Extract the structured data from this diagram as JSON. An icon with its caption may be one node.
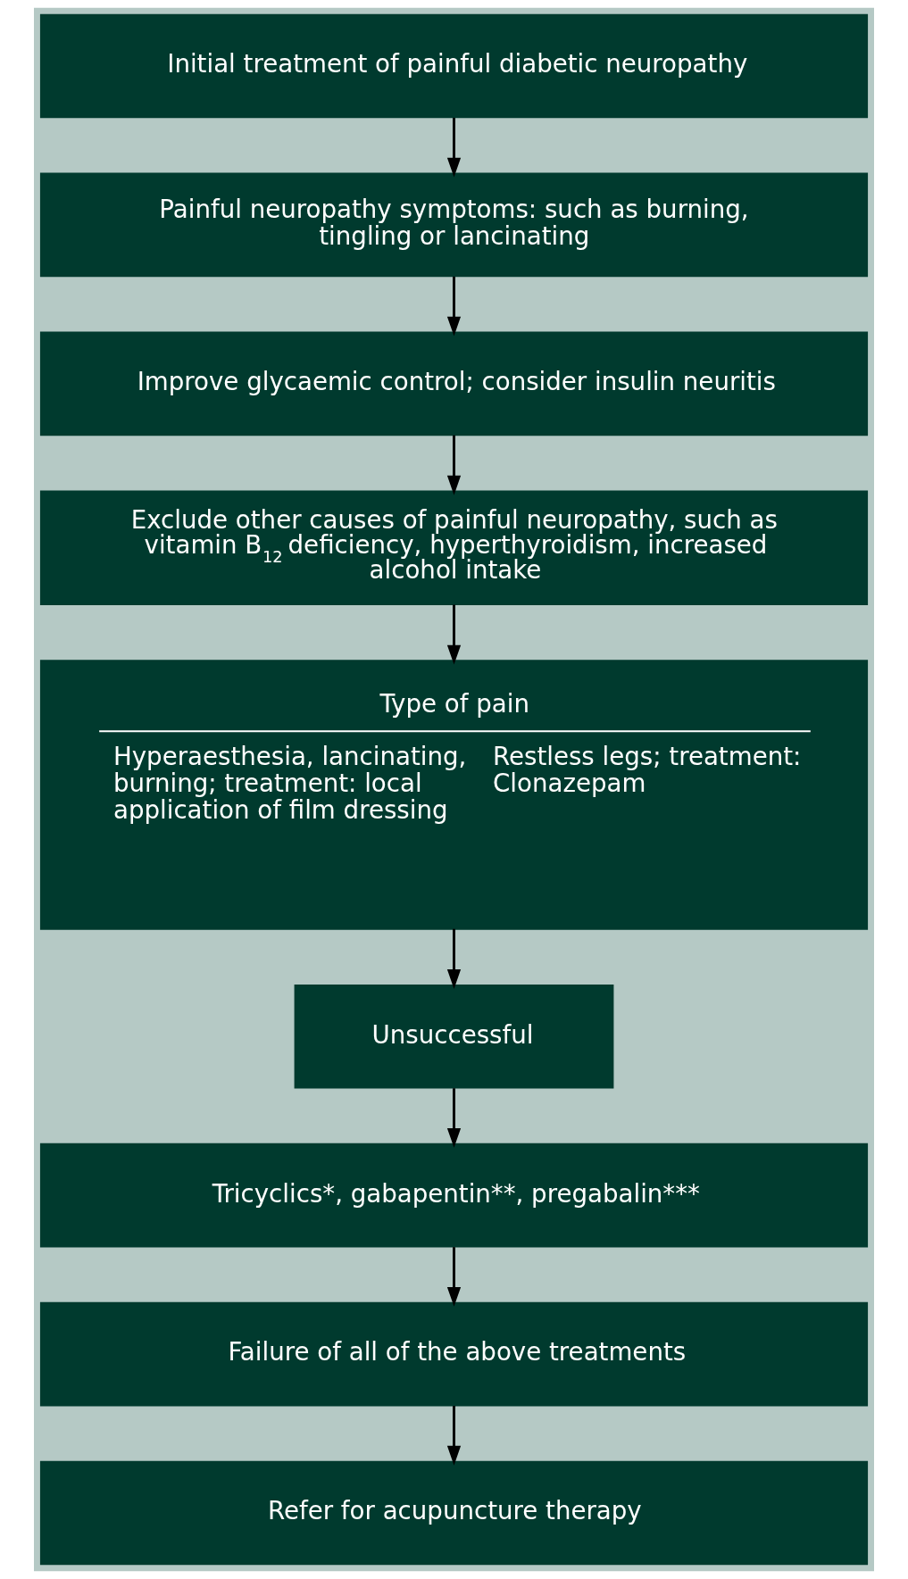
{
  "diagram": {
    "nodes": [
      {
        "text": [
          "Initial treatment of painful diabetic neuropathy"
        ]
      },
      {
        "text": [
          "Painful neuropathy symptoms: such as burning, tingling or lancinating"
        ]
      },
      {
        "text": [
          "Improve glycaemic control; consider insulin neuritis"
        ]
      },
      {
        "text": [
          "Exclude other causes of painful neuropathy, such as vitamin B$_{12}$ deficiency, hyperthyroidism, increased alcohol intake"
        ]
      },
      {
        "text": [
          "Type of pain",
          "Hyperaesthesia, lancinating, burning; treatment: local application of film dressing",
          "Restless legs; treatment: Clonazepam"
        ]
      },
      {
        "text": [
          "Unsuccessful"
        ]
      },
      {
        "text": [
          "Tricyclics*, gabapentin**, pregabalin***"
        ]
      },
      {
        "text": [
          "Failure of all of the above treatments"
        ]
      },
      {
        "text": [
          "Refer for acupuncture therapy"
        ]
      }
    ],
    "edges": [
      {
        "from": 0,
        "to": 1,
        "arrow": "to"
      },
      {
        "from": 1,
        "to": 2,
        "arrow": "to"
      },
      {
        "from": 2,
        "to": 3,
        "arrow": "to"
      },
      {
        "from": 3,
        "to": 4,
        "arrow": "to"
      },
      {
        "from": 4,
        "to": 5,
        "arrow": "to"
      },
      {
        "from": 5,
        "to": 6,
        "arrow": "to"
      },
      {
        "from": 6,
        "to": 7,
        "arrow": "to"
      },
      {
        "from": 7,
        "to": 8,
        "arrow": "to"
      }
    ]
  }
}
